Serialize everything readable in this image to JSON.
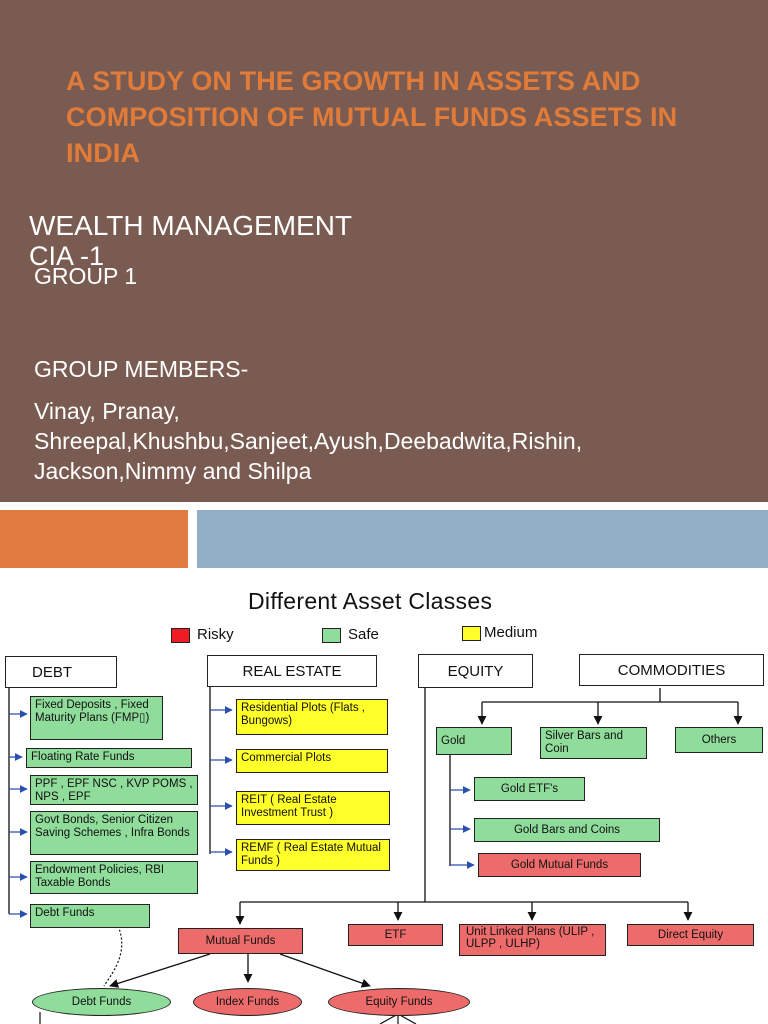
{
  "slide1": {
    "title": "A STUDY ON THE GROWTH IN ASSETS AND COMPOSITION OF MUTUAL FUNDS ASSETS IN INDIA",
    "subtitle": "WEALTH MANAGEMENT",
    "cia": "CIA -1",
    "group": "GROUP 1",
    "members_label": "GROUP MEMBERS-",
    "members": "Vinay, Pranay, Shreepal,Khushbu,Sanjeet,Ayush,Deebadwita,Rishin, Jackson,Nimmy and Shilpa",
    "colors": {
      "background": "#7a5b51",
      "title": "#e07b39",
      "accent_orange": "#e07b41",
      "accent_blue": "#92afc8"
    }
  },
  "diagram": {
    "title": "Different Asset Classes",
    "legend": [
      {
        "label": "Risky",
        "color": "#ee1c24"
      },
      {
        "label": "Safe",
        "color": "#8fdc9b"
      },
      {
        "label": "Medium",
        "color": "#ffff2a"
      }
    ],
    "categories": {
      "debt": "DEBT",
      "real_estate": "REAL ESTATE",
      "equity": "EQUITY",
      "commodities": "COMMODITIES"
    },
    "debt_items": [
      "Fixed Deposits , Fixed Maturity Plans (FMP▯)",
      "Floating Rate Funds",
      "PPF , EPF NSC , KVP POMS , NPS , EPF",
      "Govt Bonds, Senior Citizen Saving Schemes , Infra Bonds",
      "Endowment Policies, RBI Taxable Bonds",
      "Debt Funds"
    ],
    "real_estate_items": [
      "Residential Plots (Flats , Bungows)",
      "Commercial Plots",
      "REIT ( Real Estate Investment Trust )",
      "REMF ( Real Estate Mutual Funds )"
    ],
    "commodity_items": [
      "Gold",
      "Silver Bars and Coin",
      "Others"
    ],
    "gold_items": [
      "Gold ETF's",
      "Gold Bars and Coins",
      "Gold Mutual Funds"
    ],
    "equity_items": [
      "Mutual Funds",
      "ETF",
      "Unit Linked Plans (ULIP , ULPP , ULHP)",
      "Direct Equity"
    ],
    "mf_items": [
      "Debt Funds",
      "Index Funds",
      "Equity Funds"
    ]
  }
}
